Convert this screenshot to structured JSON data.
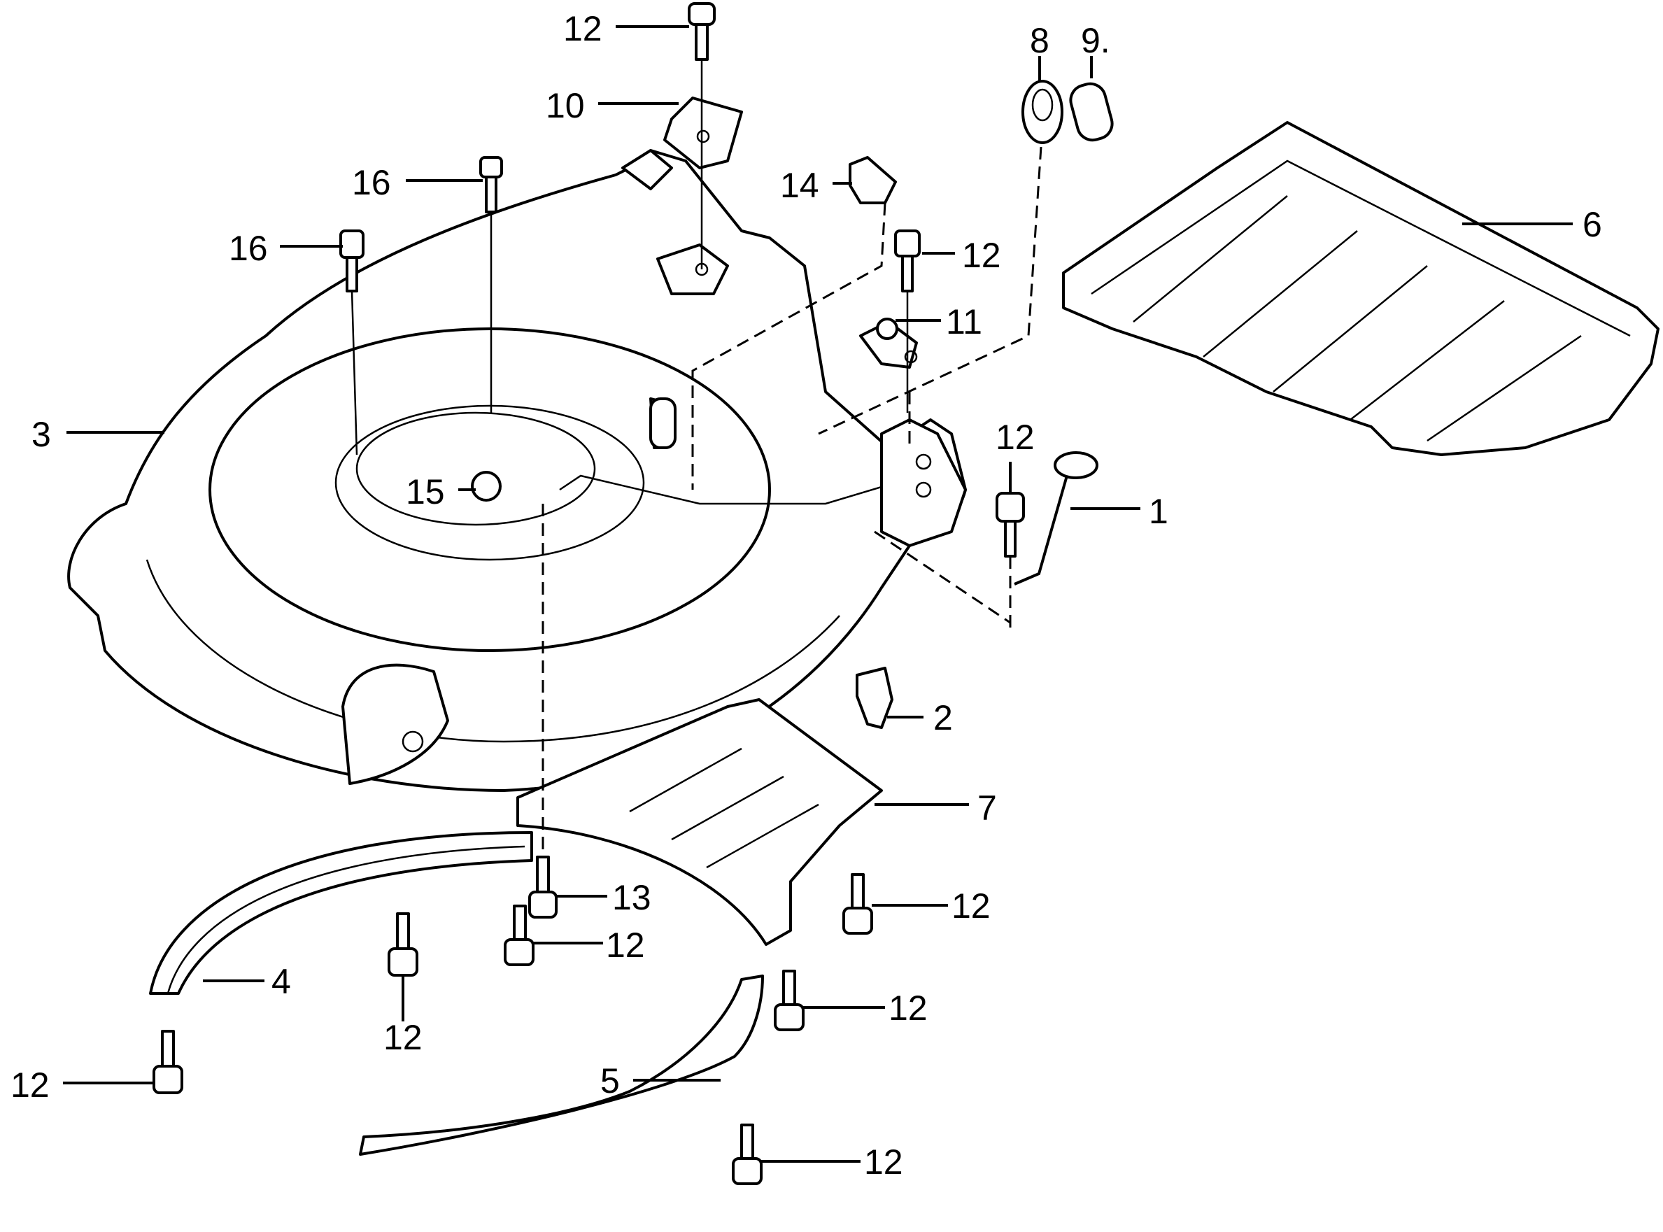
{
  "diagram": {
    "type": "exploded-parts-view",
    "callouts": [
      {
        "id": "c12a",
        "label": "12"
      },
      {
        "id": "c10",
        "label": "10"
      },
      {
        "id": "c16a",
        "label": "16"
      },
      {
        "id": "c16b",
        "label": "16"
      },
      {
        "id": "c3",
        "label": "3"
      },
      {
        "id": "c15",
        "label": "15"
      },
      {
        "id": "c14",
        "label": "14"
      },
      {
        "id": "c12b",
        "label": "12"
      },
      {
        "id": "c11",
        "label": "11"
      },
      {
        "id": "c8",
        "label": "8"
      },
      {
        "id": "c9",
        "label": "9."
      },
      {
        "id": "c6",
        "label": "6"
      },
      {
        "id": "c12c",
        "label": "12"
      },
      {
        "id": "c1",
        "label": "1"
      },
      {
        "id": "c2",
        "label": "2"
      },
      {
        "id": "c7",
        "label": "7"
      },
      {
        "id": "c13",
        "label": "13"
      },
      {
        "id": "c12d",
        "label": "12"
      },
      {
        "id": "c12e",
        "label": "12"
      },
      {
        "id": "c4",
        "label": "4"
      },
      {
        "id": "c12f",
        "label": "12"
      },
      {
        "id": "c12g",
        "label": "12"
      },
      {
        "id": "c12h",
        "label": "12"
      },
      {
        "id": "c5",
        "label": "5"
      },
      {
        "id": "c12i",
        "label": "12"
      }
    ]
  }
}
